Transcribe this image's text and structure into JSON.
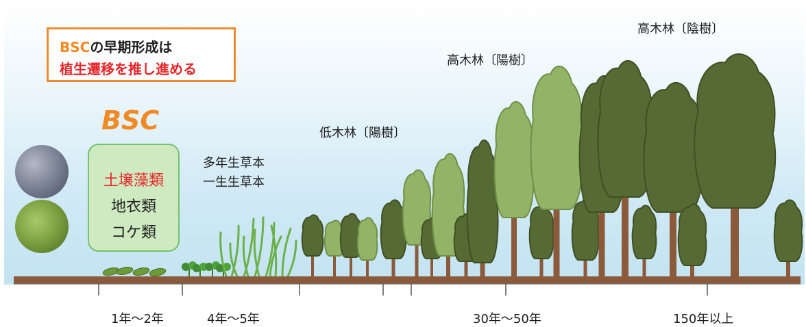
{
  "callout": {
    "line1_highlight": "BSC",
    "line1_rest": "の早期形成は",
    "line2": "植生遷移を推し進める"
  },
  "bsc": {
    "title": "BSC",
    "items": [
      "土壌藻類",
      "地衣類",
      "コケ類"
    ]
  },
  "stages": {
    "herbs": [
      "多年生草本",
      "一生生草本"
    ],
    "shrub": "低木林〔陽樹〕",
    "tall_sun": "高木林〔陽樹〕",
    "tall_shade": "高木林〔陰樹〕"
  },
  "time_labels": [
    "1年〜2年",
    "4年〜5年",
    "30年〜50年",
    "150年以上"
  ],
  "colors": {
    "orange": "#f08a24",
    "red": "#e8262a",
    "light_tree": "#93b466",
    "dark_tree": "#566b33",
    "trunk": "#8a5a3a",
    "ground": "#8a5a3a"
  }
}
